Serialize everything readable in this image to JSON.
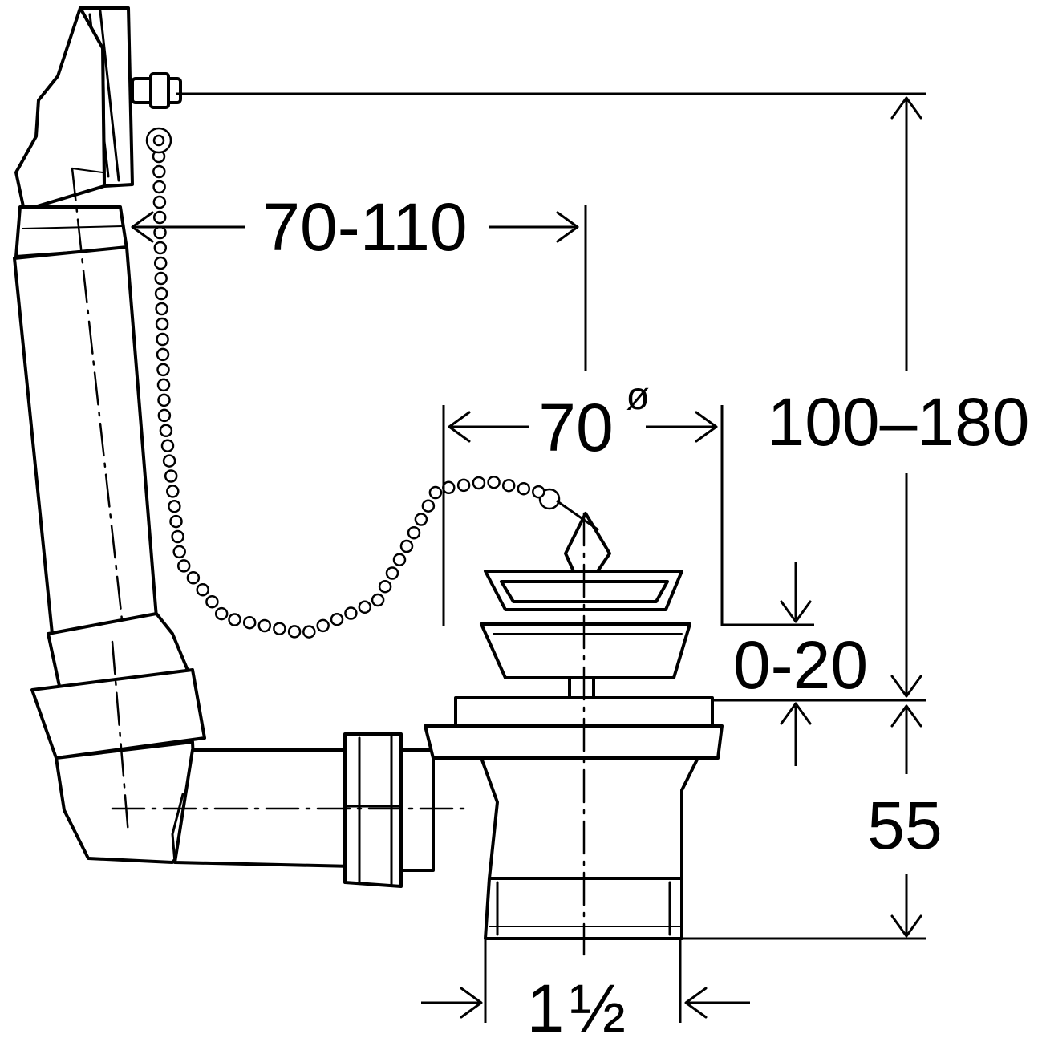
{
  "dimensions": {
    "overflow_offset": "70-110",
    "plug_diameter_value": "70",
    "plug_diameter_symbol": "ø",
    "total_height": "100–180",
    "plug_travel": "0-20",
    "body_height": "55",
    "thread_whole": "1",
    "thread_fraction": "½"
  }
}
